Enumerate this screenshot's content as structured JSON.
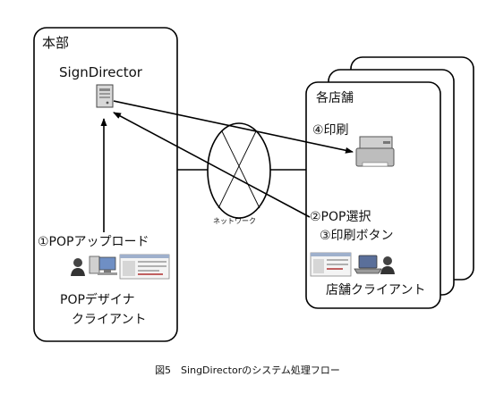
{
  "headquarters": {
    "title": "本部",
    "server_label": "SignDirector",
    "step1_label": "①POPアップロード",
    "pop_designer_line1": "POPデザイナ",
    "pop_designer_line2": "クライアント"
  },
  "stores": {
    "title": "各店舗",
    "step4_label": "④印刷",
    "step2_label": "②POP選択",
    "step3_label": "③印刷ボタン",
    "client_label": "店舗クライアント"
  },
  "network": {
    "label": "ネットワーク"
  },
  "caption": "図5　SingDirectorのシステム処理フロー",
  "icons": [
    "server-icon",
    "printer-icon",
    "user-icon",
    "desktop-pc-icon",
    "laptop-icon",
    "screenshot-thumbnail"
  ],
  "colors": {
    "line": "#000000",
    "background": "#ffffff"
  }
}
